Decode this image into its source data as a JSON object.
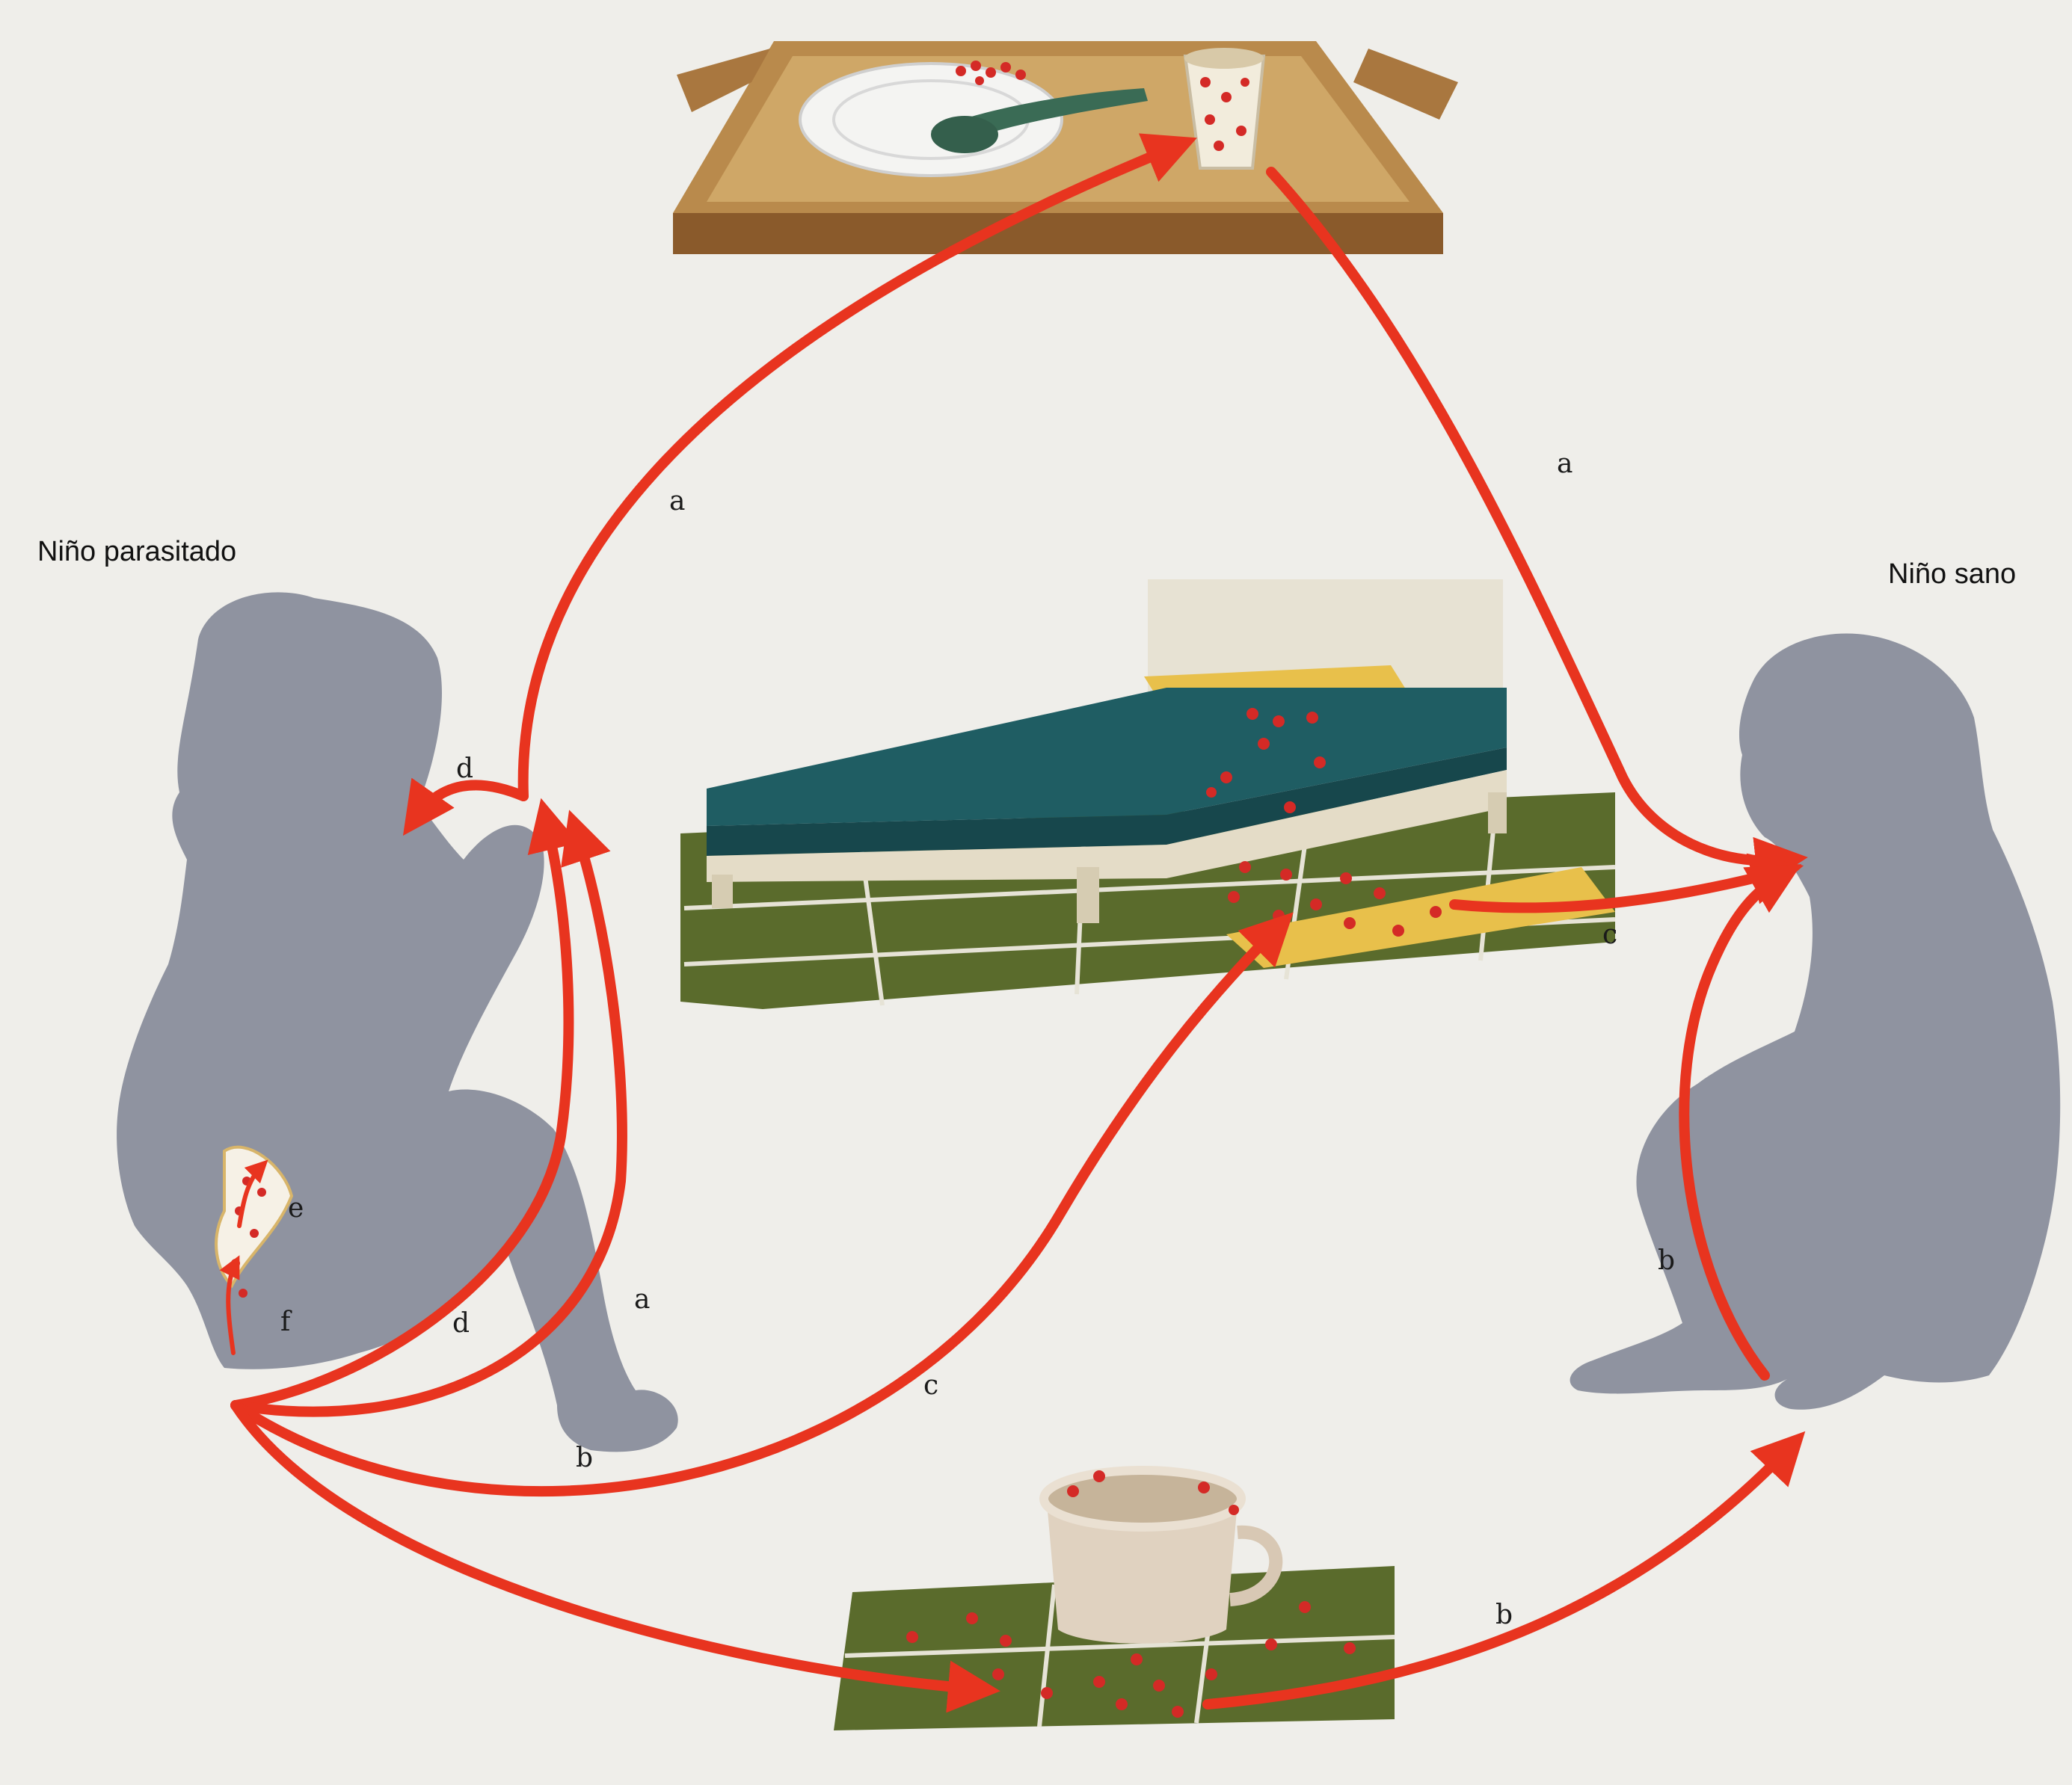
{
  "labels": {
    "infected_child": "Niño parasitado",
    "healthy_child": "Niño sano"
  },
  "routes": {
    "a": "a",
    "b": "b",
    "c": "c",
    "d": "d",
    "e": "e",
    "f": "f"
  },
  "colors": {
    "arrow": "#e8341f",
    "silhouette": "#8f93a0",
    "eggs": "#d42a26",
    "tray": "#c39a5c",
    "mattress": "#1f5d63",
    "floor": "#5a6b2c",
    "pot": "#e5d8c8",
    "background": "#efeeea"
  }
}
